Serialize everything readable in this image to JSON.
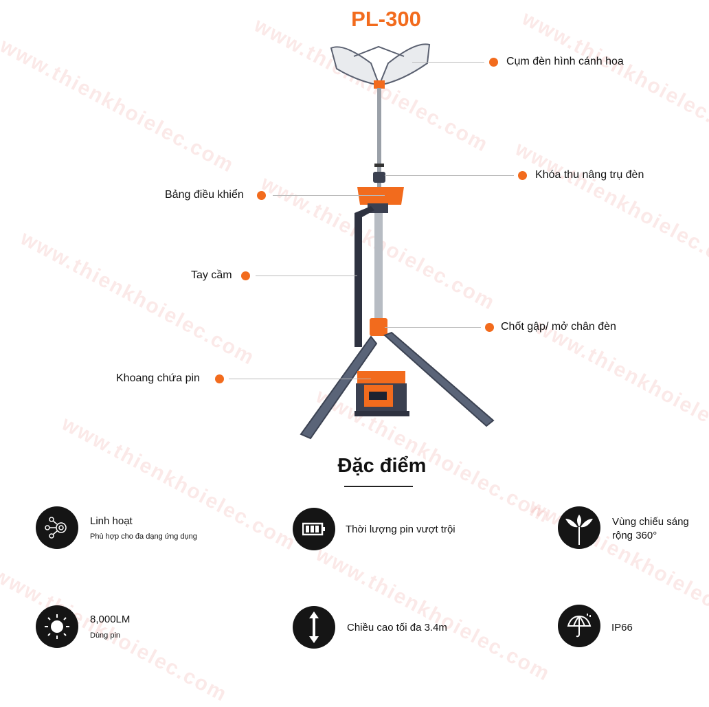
{
  "title": "PL-300",
  "watermark": "www.thienkhoielec.com",
  "accent_color": "#f26b1d",
  "callouts": {
    "petal_lamp": "Cụm đèn hình cánh hoa",
    "pole_lock": "Khóa thu nâng trụ đèn",
    "control_panel": "Bảng điều khiển",
    "handle": "Tay cầm",
    "leg_latch": "Chốt gập/ mở chân đèn",
    "battery_bay": "Khoang chứa pin"
  },
  "features_title": "Đặc điểm",
  "features": [
    {
      "icon": "network-icon",
      "title": "Linh hoạt",
      "subtitle": "Phù hợp cho đa dạng ứng dụng"
    },
    {
      "icon": "battery-icon",
      "title": "Thời lượng pin vượt trội"
    },
    {
      "icon": "flower-lamp-icon",
      "title": "Vùng chiếu sáng rộng 360°"
    },
    {
      "icon": "sun-icon",
      "title": "8,000LM",
      "subtitle": "Dùng pin"
    },
    {
      "icon": "height-arrow-icon",
      "title": "Chiều cao tối đa 3.4m"
    },
    {
      "icon": "umbrella-rain-icon",
      "title": "IP66"
    }
  ]
}
